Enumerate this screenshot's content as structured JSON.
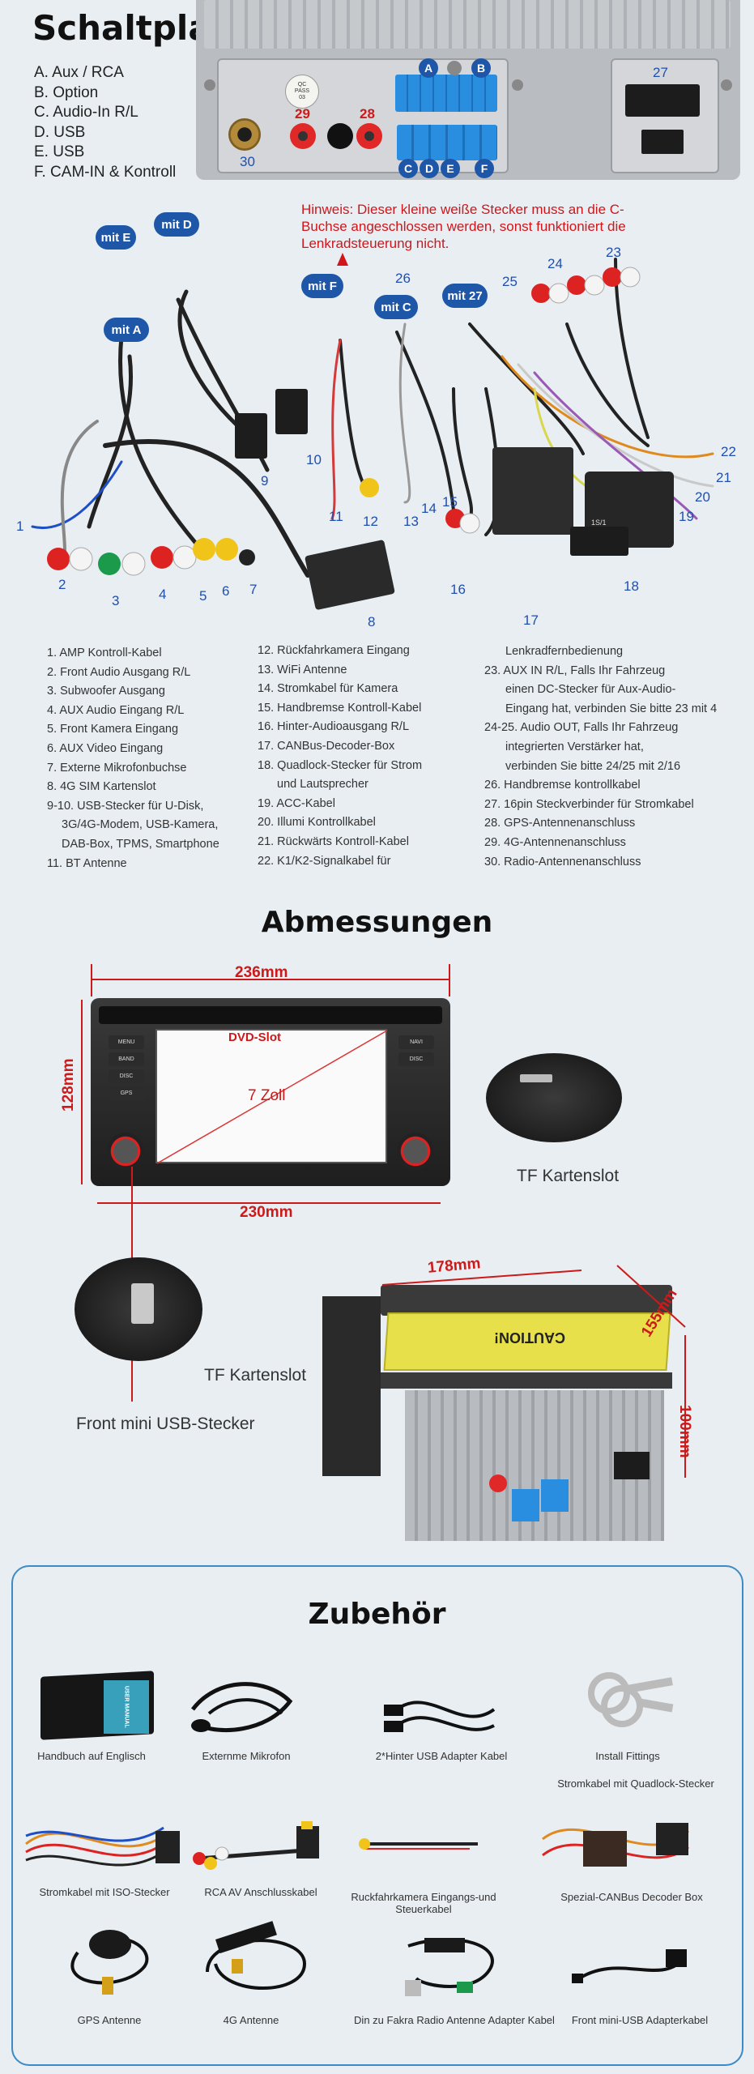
{
  "schaltplan": {
    "title": "Schaltplan",
    "legend": [
      "A. Aux / RCA",
      "B. Option",
      "C. Audio-In R/L",
      "D. USB",
      "E. USB",
      "F. CAM-IN & Kontroll"
    ],
    "connector_letters": [
      "A",
      "B",
      "C",
      "D",
      "E",
      "F"
    ],
    "unit_numbers": [
      "27",
      "28",
      "29",
      "30"
    ],
    "qc_label": [
      "QC",
      "PASS",
      "03"
    ],
    "hinweis": "Hinweis: Dieser kleine weiße Stecker muss an die C-Buchse angeschlossen werden, sonst funktioniert die Lenkradsteuerung nicht.",
    "mit_labels": [
      "mit E",
      "mit D",
      "mit A",
      "mit F",
      "mit C",
      "mit 27"
    ],
    "cable_numbers": [
      "1",
      "2",
      "3",
      "4",
      "5",
      "6",
      "7",
      "8",
      "9",
      "10",
      "11",
      "12",
      "13",
      "14",
      "15",
      "16",
      "17",
      "18",
      "19",
      "20",
      "21",
      "22",
      "23",
      "24",
      "25",
      "26"
    ],
    "decoder_text": "1S/1",
    "parts_col1": [
      "1. AMP Kontroll-Kabel",
      "2. Front Audio Ausgang R/L",
      "3. Subwoofer Ausgang",
      "4. AUX Audio Eingang R/L",
      "5. Front Kamera Eingang",
      "6. AUX Video Eingang",
      "7. Externe Mikrofonbuchse",
      "8. 4G SIM Kartenslot",
      "9-10. USB-Stecker für U-Disk,",
      "3G/4G-Modem, USB-Kamera,",
      "DAB-Box, TPMS, Smartphone",
      "11. BT Antenne"
    ],
    "parts_col2": [
      "12. Rückfahrkamera Eingang",
      "13. WiFi Antenne",
      "14. Stromkabel für Kamera",
      "15. Handbremse Kontroll-Kabel",
      "16. Hinter-Audioausgang R/L",
      "17. CANBus-Decoder-Box",
      "18. Quadlock-Stecker für Strom",
      "und Lautsprecher",
      "19. ACC-Kabel",
      "20. Illumi Kontrollkabel",
      "21. Rückwärts Kontroll-Kabel",
      "22. K1/K2-Signalkabel für"
    ],
    "parts_col3": [
      "Lenkradfernbedienung",
      "23. AUX IN R/L, Falls Ihr Fahrzeug",
      "einen DC-Stecker für Aux-Audio-",
      "Eingang hat, verbinden Sie bitte 23 mit 4",
      "24-25. Audio OUT, Falls Ihr Fahrzeug",
      "integrierten Verstärker hat,",
      "verbinden Sie bitte 24/25 mit 2/16",
      "26. Handbremse kontrollkabel",
      "27. 16pin Steckverbinder für Stromkabel",
      "28. GPS-Antennenanschluss",
      "29. 4G-Antennenanschluss",
      "30. Radio-Antennenanschluss"
    ]
  },
  "abmessungen": {
    "title": "Abmessungen",
    "width_top": "236mm",
    "height_left": "128mm",
    "width_bottom": "230mm",
    "dvd_slot": "DVD-Slot",
    "screen_size": "7 Zoll",
    "tf_kartenslot_1": "TF Kartenslot",
    "tf_kartenslot_2": "TF Kartenslot",
    "front_usb": "Front mini USB-Stecker",
    "depth_top": "178mm",
    "depth_side": "155mm",
    "depth_height": "100mm",
    "caution": "CAUTION!",
    "front_buttons": [
      "MENU",
      "BAND",
      "DISC",
      "GPS",
      "NAVI"
    ],
    "front_right_buttons": [
      "NAVI",
      "DISC"
    ]
  },
  "zubehoer": {
    "title": "Zubehör",
    "manual_text": "USER MANUAL",
    "items": [
      "Handbuch auf Englisch",
      "Externme Mikrofon",
      "2*Hinter USB Adapter Kabel",
      "Install Fittings",
      "Stromkabel mit Quadlock-Stecker",
      "Stromkabel mit ISO-Stecker",
      "RCA AV Anschlusskabel",
      "Ruckfahrkamera Eingangs-und Steuerkabel",
      "Spezial-CANBus Decoder Box",
      "GPS Antenne",
      "4G Antenne",
      "Din zu Fakra Radio Antenne Adapter Kabel",
      "Front mini-USB Adapterkabel"
    ]
  }
}
